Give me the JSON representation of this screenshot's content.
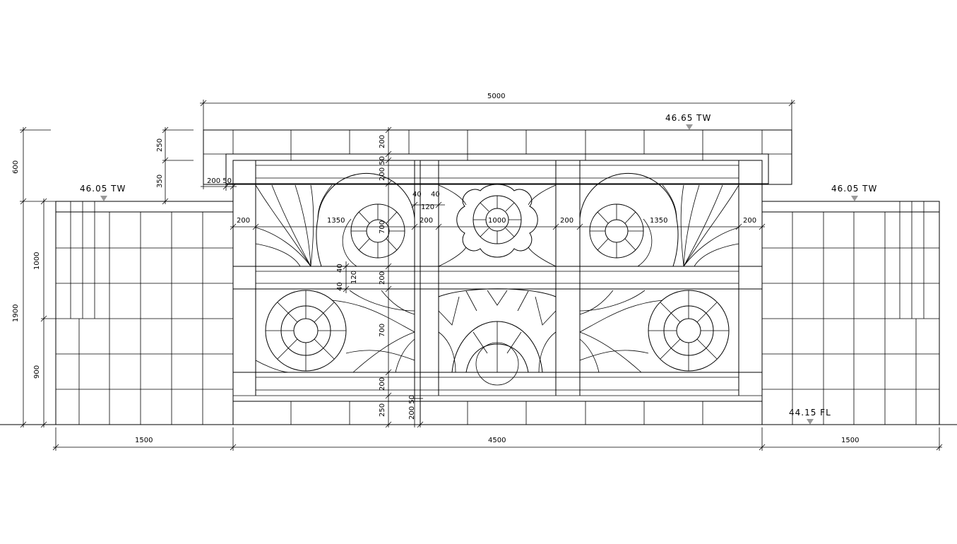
{
  "levels": {
    "top_center": "46.65 TW",
    "left": "46.05 TW",
    "right": "46.05 TW",
    "floor": "44.15 FL"
  },
  "dimensions": {
    "top_overall": "5000",
    "bottom_left": "1500",
    "bottom_center": "4500",
    "bottom_right": "1500",
    "left_600": "600",
    "left_1900": "1900",
    "left_1000": "1000",
    "left_900": "900",
    "left_250": "250",
    "left_350": "350",
    "top_200": "200",
    "top_200_50": "200 50",
    "v_200_50": "200 50",
    "panel_200_left": "200",
    "panel_200_mid1": "200",
    "panel_200_mid2": "200",
    "panel_200_right": "200",
    "panel_1350_left": "1350",
    "panel_1000": "1000",
    "panel_1350_right": "1350",
    "panel_700_top": "700",
    "panel_700_bottom": "700",
    "gap_40_a": "40",
    "gap_40_b": "40",
    "gap_120_a": "120",
    "rail_40_a": "40",
    "rail_120": "120",
    "rail_40_b": "40",
    "rail_200": "200",
    "bottom_200": "200",
    "bottom_250": "250",
    "bottom_200_50": "200 50"
  }
}
